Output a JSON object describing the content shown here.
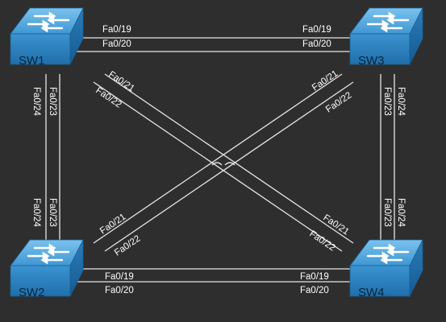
{
  "switches": {
    "sw1": "SW1",
    "sw2": "SW2",
    "sw3": "SW3",
    "sw4": "SW4"
  },
  "ports": {
    "sw1_sw3_a_left": "Fa0/19",
    "sw1_sw3_a_right": "Fa0/19",
    "sw1_sw3_b_left": "Fa0/20",
    "sw1_sw3_b_right": "Fa0/20",
    "sw2_sw4_a_left": "Fa0/19",
    "sw2_sw4_a_right": "Fa0/19",
    "sw2_sw4_b_left": "Fa0/20",
    "sw2_sw4_b_right": "Fa0/20",
    "sw1_sw2_a_top": "Fa0/24",
    "sw1_sw2_a_bottom": "Fa0/24",
    "sw1_sw2_b_top": "Fa0/23",
    "sw1_sw2_b_bottom": "Fa0/23",
    "sw3_sw4_a_top": "Fa0/23",
    "sw3_sw4_a_bottom": "Fa0/23",
    "sw3_sw4_b_top": "Fa0/24",
    "sw3_sw4_b_bottom": "Fa0/24",
    "sw1_sw4_a_sw1": "Fa0/21",
    "sw1_sw4_a_sw4": "Fa0/21",
    "sw1_sw4_b_sw1": "Fa0/22",
    "sw1_sw4_b_sw4": "Fa0/22",
    "sw3_sw2_a_sw3": "Fa0/21",
    "sw3_sw2_a_sw2": "Fa0/21",
    "sw3_sw2_b_sw3": "Fa0/22",
    "sw3_sw2_b_sw2": "Fa0/22"
  },
  "colors": {
    "background": "#2e2e2e",
    "link": "#e6e6e6",
    "switch_top": "#4fa3d9",
    "switch_front": "#2f86c4",
    "switch_side": "#1f6aa6"
  }
}
